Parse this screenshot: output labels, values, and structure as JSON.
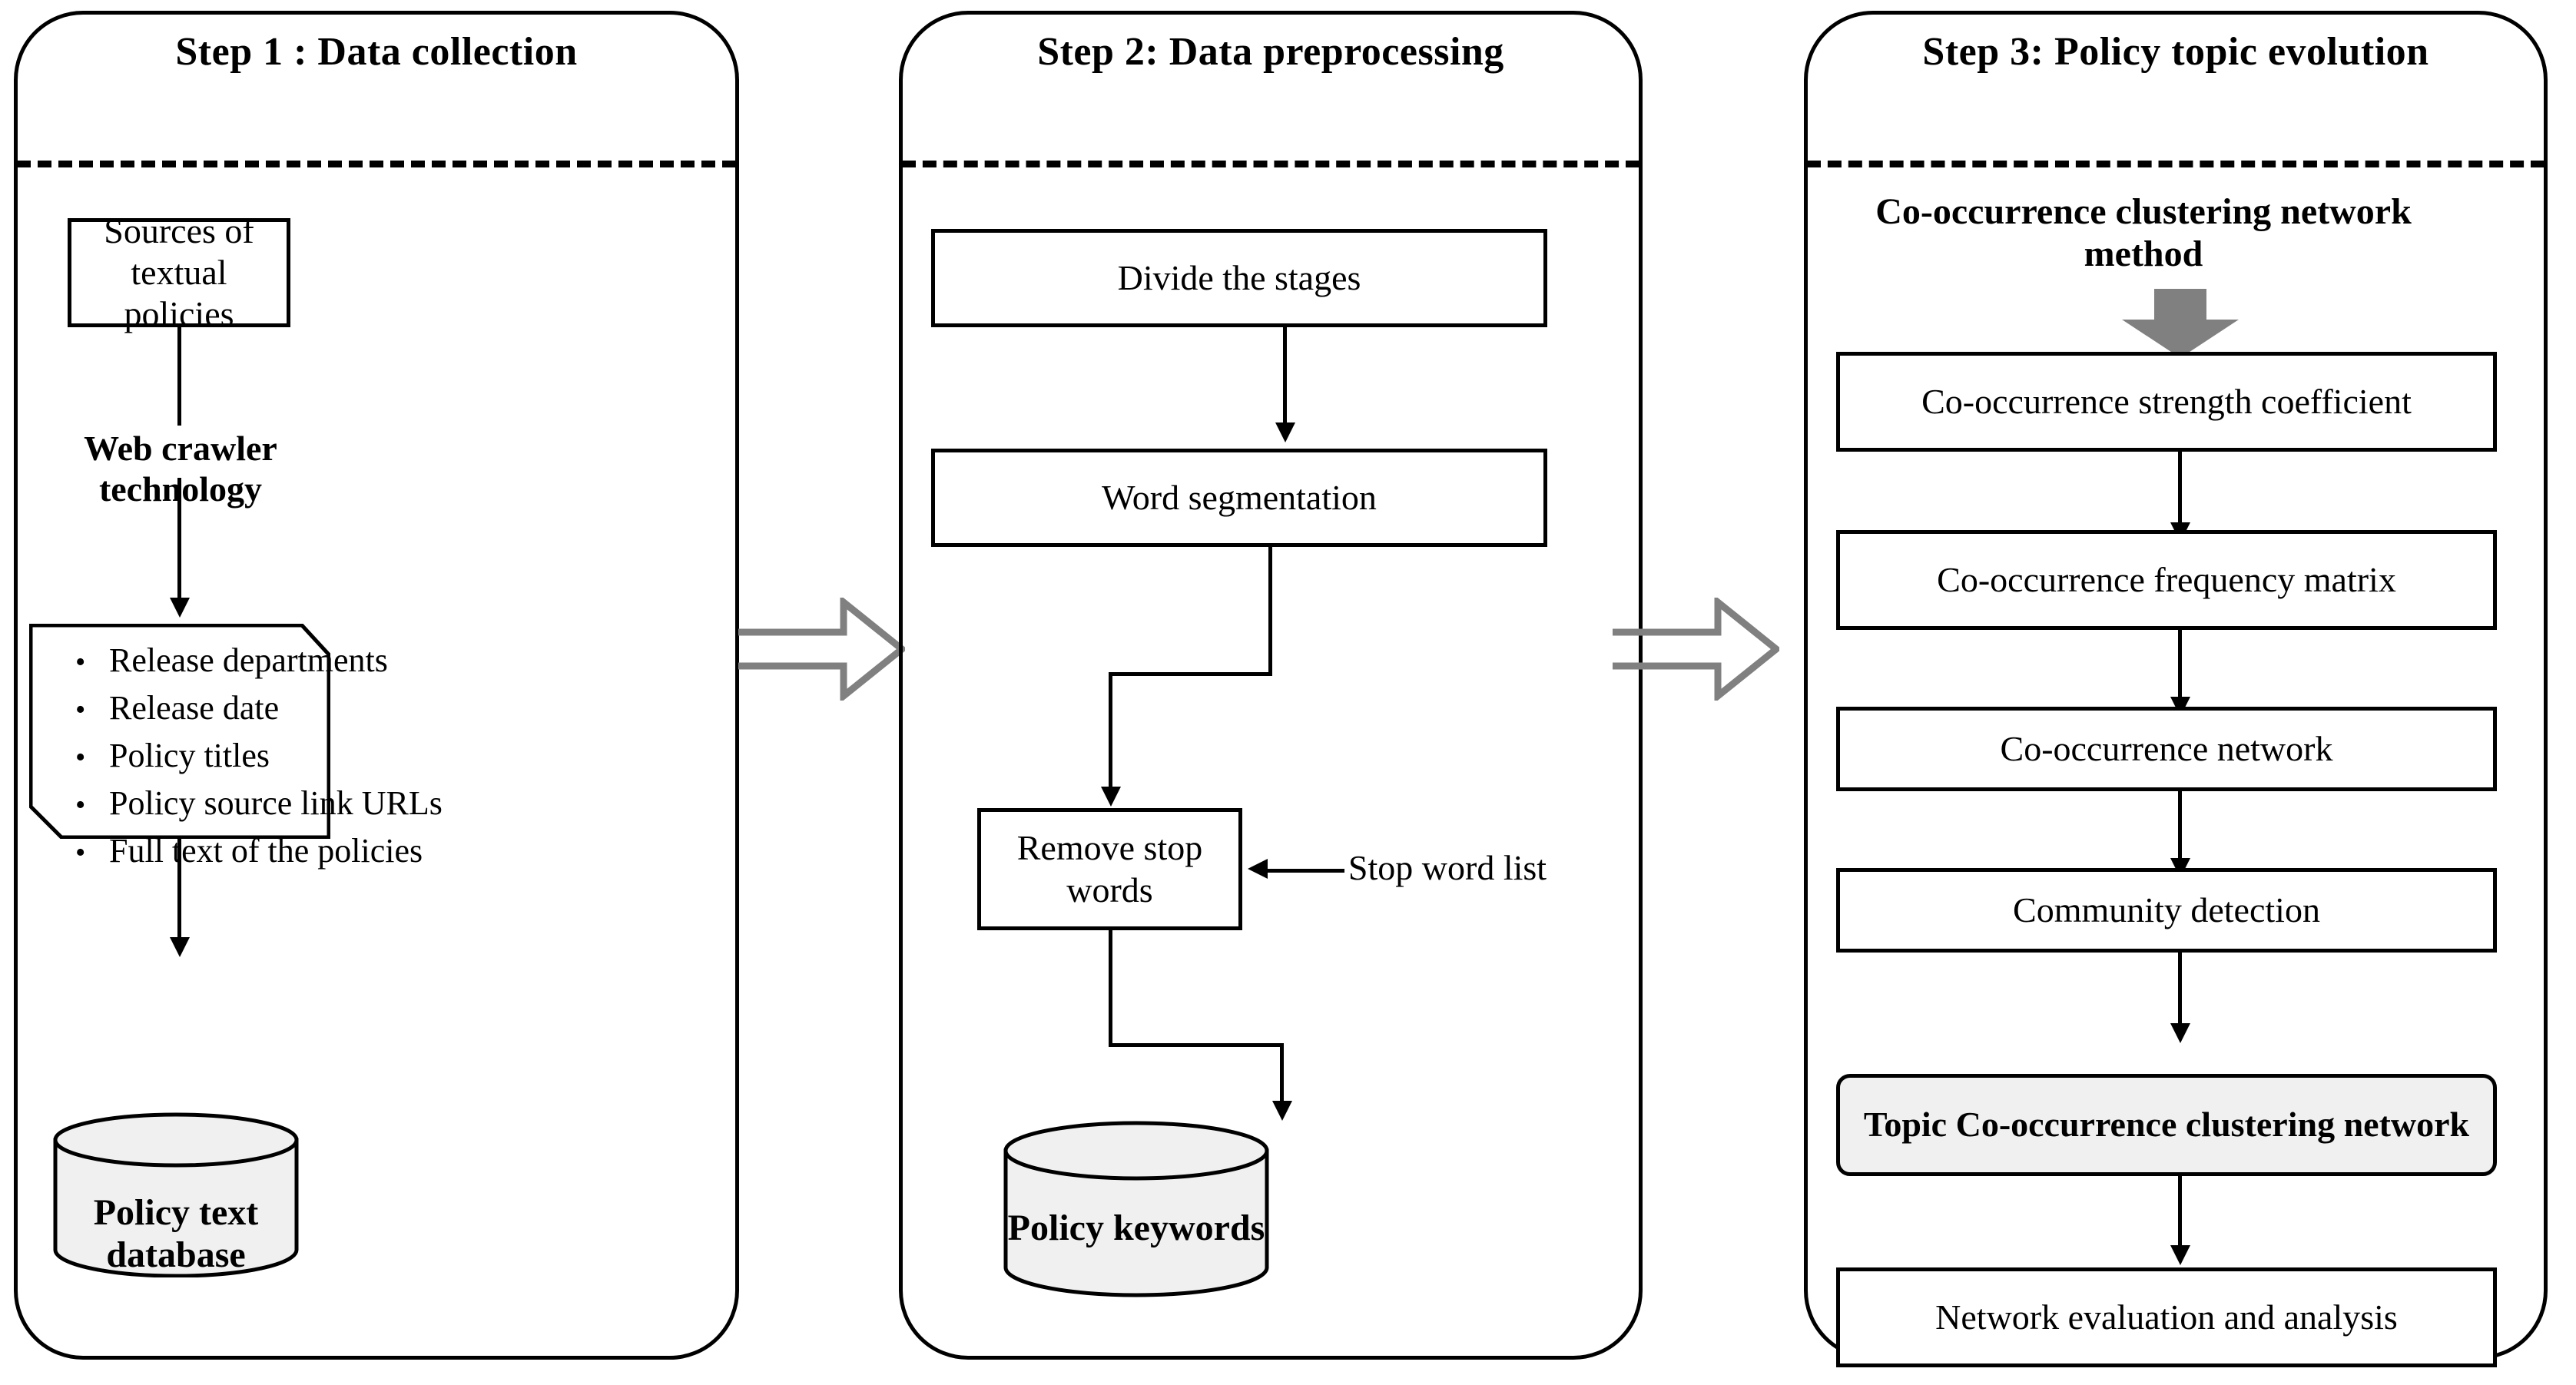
{
  "figure": {
    "type": "flowchart",
    "title": "Research framework: three-step policy text mining process",
    "colors": {
      "outline": "#000000",
      "shaded_fill": "#f0f0f0",
      "connector_arrow": "#808080",
      "background": "#ffffff"
    }
  },
  "panels": [
    {
      "id": "step1",
      "title": "Step 1 : Data collection",
      "nodes": {
        "source_box": "Sources of textual policies",
        "method_label": "Web crawler technology",
        "collected_items": [
          "Release departments",
          "Release date",
          "Policy titles",
          "Policy source link URLs",
          "Full text of the policies"
        ],
        "database": "Policy text database"
      }
    },
    {
      "id": "step2",
      "title": "Step 2: Data preprocessing",
      "nodes": {
        "divide": "Divide the stages",
        "segmentation": "Word segmentation",
        "remove_stop": "Remove stop words",
        "stop_word_list": "Stop word list",
        "database": "Policy keywords"
      }
    },
    {
      "id": "step3",
      "title": "Step 3: Policy topic evolution",
      "nodes": {
        "method_label": "Co-occurrence clustering network method",
        "steps": [
          "Co-occurrence strength coefficient",
          "Co-occurrence frequency matrix",
          "Co-occurrence network",
          "Community detection",
          "Topic Co-occurrence clustering network",
          "Network evaluation and analysis"
        ]
      }
    }
  ],
  "icons": {
    "bullet": "•",
    "panel_connector_1": "block-arrow-right-icon",
    "panel_connector_2": "block-arrow-right-icon",
    "method_arrow": "block-arrow-down-icon"
  }
}
